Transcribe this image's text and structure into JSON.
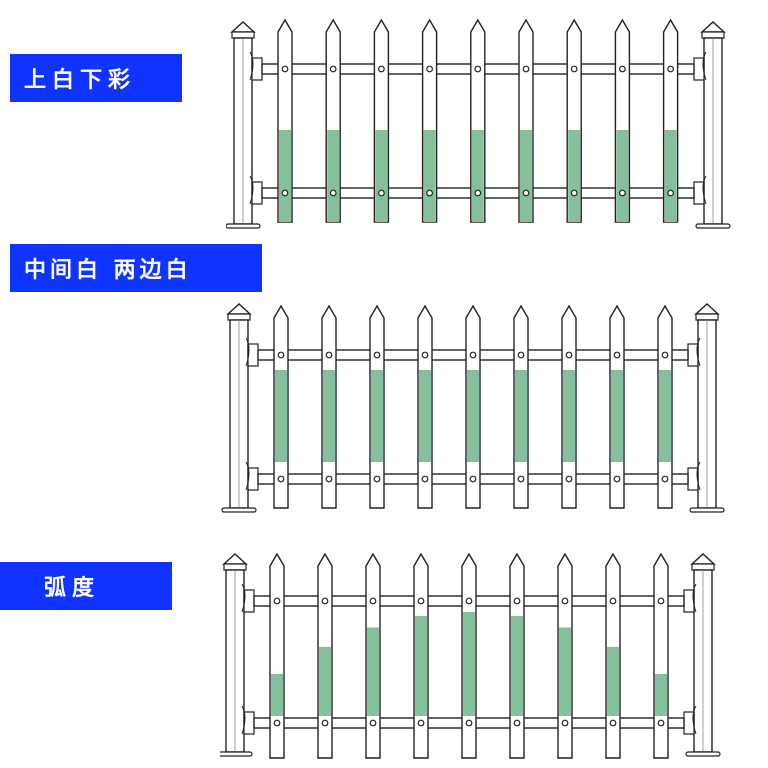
{
  "colors": {
    "label_bg": "#1133ff",
    "label_text": "#ffffff",
    "fence_stroke": "#222222",
    "fence_fill": "#ffffff",
    "accent_green": "#86bf9c"
  },
  "sections": [
    {
      "label": "上白下彩",
      "style": "lower-colored"
    },
    {
      "label": "中间白 两边白",
      "style": "middle-colored"
    },
    {
      "label": "弧度",
      "style": "arc-colored"
    }
  ]
}
